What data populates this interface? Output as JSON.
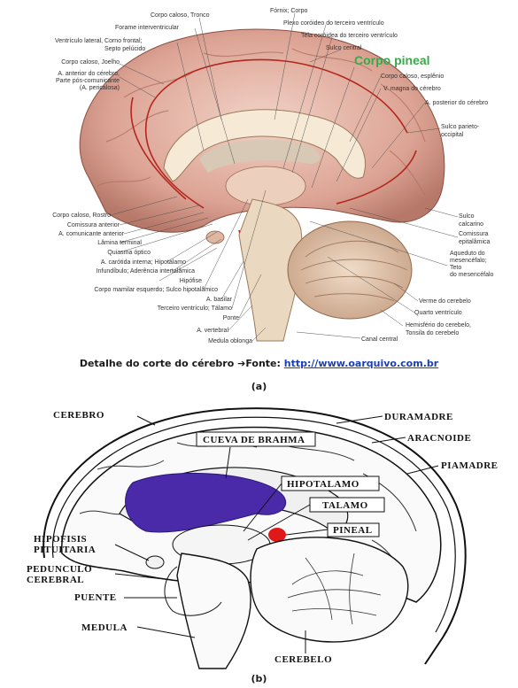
{
  "panel_a": {
    "labels_left": [
      "Corpo caloso, Joelho",
      "A. anterior do cérebro,",
      "Parte pós-comunicante",
      "(A. pericalosa)",
      "Corpo caloso, Rostro",
      "Comissura anterior",
      "A. comunicante anterior",
      "Lâmina terminal",
      "Quiasma óptico",
      "A. carótida interna; Hipotálamo",
      "Infundíbulo; Aderência intertalâmica",
      "Hipófise",
      "Corpo mamilar esquerdo; Sulco hipotalâmico",
      "A. basilar",
      "Terceiro ventrículo; Tálamo",
      "Ponte",
      "A. vertebral",
      "Medula oblonga"
    ],
    "labels_top": [
      "Corpo caloso, Tronco",
      "Forame interventricular",
      "Ventrículo lateral, Corno frontal;",
      "Septo pelúcido",
      "Fórnix; Corpo",
      "Plexo coróideo do terceiro ventrículo",
      "Tela coróidea do terceiro ventrículo",
      "Sulco central"
    ],
    "highlight_label": "Corpo pineal",
    "labels_right": [
      "Corpo caloso, esplênio",
      "V. magna do cérebro",
      "A. posterior do cérebro",
      "Sulco parieto-",
      "occipital",
      "Sulco",
      "calcarino",
      "Comissura",
      "epitalâmica",
      "Aqueduto do",
      "mesencéfalo;",
      "Teto",
      "do mesencéfalo",
      "Verme do cerebelo",
      "Quarto ventrículo",
      "Hemisfério do cerebelo,",
      "Tonsila do cerebelo",
      "Canal central"
    ]
  },
  "caption": {
    "text": "Detalhe do corte do cérebro ",
    "arrow": "➔",
    "source_label": "Fonte: ",
    "url": "http://www.oarquivo.com.br"
  },
  "tag_a": "(a)",
  "panel_b": {
    "labels": {
      "cerebro": "CEREBRO",
      "duramadre": "DURAMADRE",
      "aracnoide": "ARACNOIDE",
      "piamadre": "PIAMADRE",
      "cueva": "CUEVA DE BRAHMA",
      "hipotalamo": "HIPOTALAMO",
      "talamo": "TALAMO",
      "pineal": "PINEAL",
      "hipofisis_1": "HIPOFISIS",
      "hipofisis_2": "PITUITARIA",
      "pedunculo_1": "PEDUNCULO",
      "pedunculo_2": "CEREBRAL",
      "puente": "PUENTE",
      "medula": "MEDULA",
      "cerebelo": "CEREBELO"
    },
    "colors": {
      "ventricle": "#4a2aa8",
      "pineal": "#e01818"
    }
  },
  "tag_b": "(b)"
}
